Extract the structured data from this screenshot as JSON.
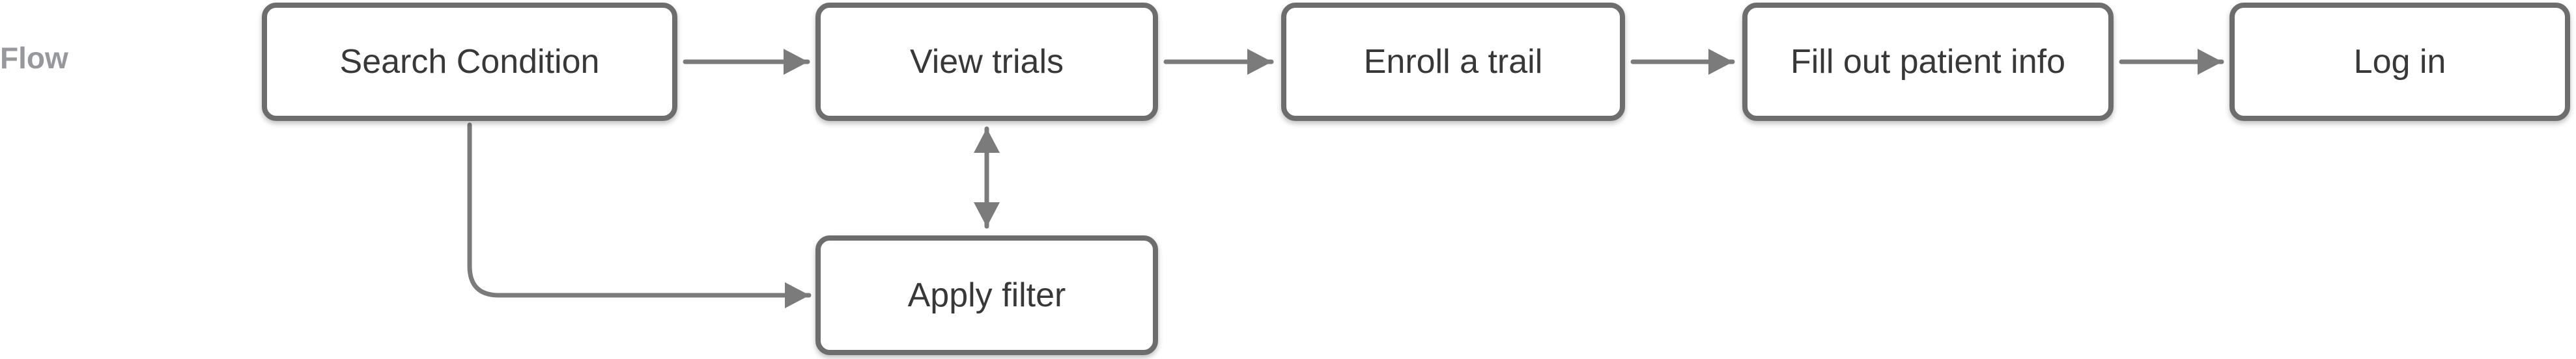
{
  "flow": {
    "label": "Flow",
    "nodes": [
      {
        "id": "search-condition",
        "label": "Search Condition"
      },
      {
        "id": "view-trials",
        "label": "View trials"
      },
      {
        "id": "enroll-a-trail",
        "label": "Enroll a trail"
      },
      {
        "id": "fill-out-patient-info",
        "label": "Fill out patient info"
      },
      {
        "id": "log-in",
        "label": "Log in"
      },
      {
        "id": "apply-filter",
        "label": "Apply filter"
      }
    ],
    "edges": [
      {
        "from": "Search Condition",
        "to": "View trials",
        "type": "arrow"
      },
      {
        "from": "View trials",
        "to": "Enroll a trail",
        "type": "arrow"
      },
      {
        "from": "Enroll a trail",
        "to": "Fill out patient info",
        "type": "arrow"
      },
      {
        "from": "Fill out patient info",
        "to": "Log in",
        "type": "arrow"
      },
      {
        "from": "View trials",
        "to": "Apply filter",
        "type": "bidirectional-arrow"
      },
      {
        "from": "Search Condition",
        "to": "Apply filter",
        "type": "elbow-arrow"
      }
    ],
    "colors": {
      "background": "#ffffff",
      "node_fill": "#ffffff",
      "node_border": "#6d6d6d",
      "node_text": "#383838",
      "connector": "#7b7b7b",
      "flow_label": "#96989d"
    }
  }
}
